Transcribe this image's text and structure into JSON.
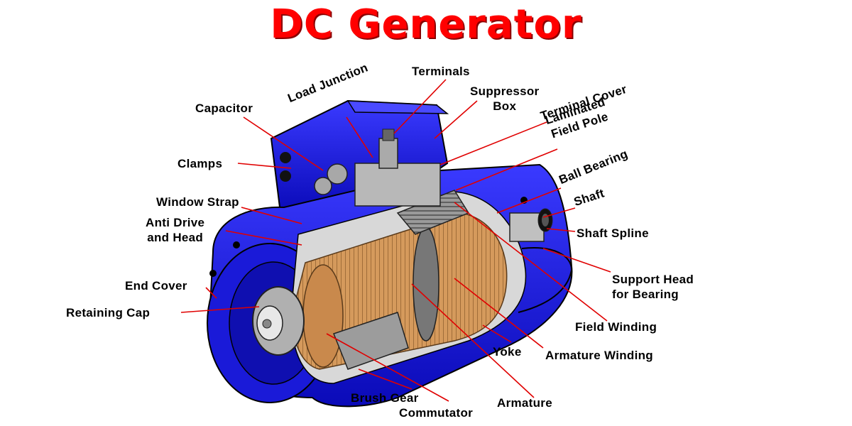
{
  "title": "DC Generator",
  "colors": {
    "title": "#ff0000",
    "body": "#1414e0",
    "leader_line": "#e00000",
    "winding": "#c8884a",
    "metal": "#b8b8b8"
  },
  "labels": {
    "terminals": "Terminals",
    "load_junction": "Load Junction",
    "suppressor_box": "Suppressor\nBox",
    "capacitor": "Capacitor",
    "terminal_cover": "Terminal Cover",
    "laminated_field_pole": "Laminated\nField Pole",
    "clamps": "Clamps",
    "ball_bearing": "Ball Bearing",
    "window_strap": "Window Strap",
    "shaft": "Shaft",
    "anti_drive_head": "Anti Drive\nand Head",
    "shaft_spline": "Shaft Spline",
    "support_head": "Support Head\nfor Bearing",
    "end_cover": "End Cover",
    "retaining_cap": "Retaining Cap",
    "field_winding": "Field Winding",
    "yoke": "Yoke",
    "armature_winding": "Armature Winding",
    "brush_gear": "Brush Gear",
    "armature": "Armature",
    "commutator": "Commutator"
  }
}
